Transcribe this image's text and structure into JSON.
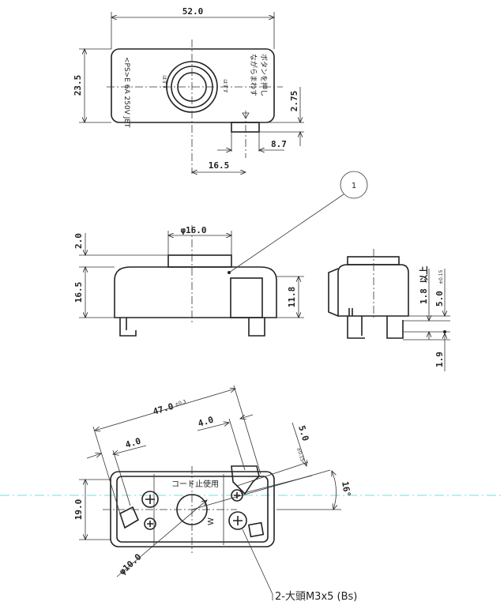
{
  "top_view": {
    "dim_width": "52.0",
    "dim_height": "23.5",
    "dim_tab_offset": "2.75",
    "dim_tab_width": "8.7",
    "dim_tab_center": "16.5",
    "label_rating": "<PS>E 6A 250V JET",
    "label_left_mark": "はずす",
    "label_right_mark": "はずす",
    "label_instruction_1": "ボタンを押し",
    "label_instruction_2": "ながらまわす"
  },
  "side_view": {
    "dim_button_dia": "φ16.0",
    "dim_button_height": "2.0",
    "dim_body_height": "16.5",
    "dim_inner_height": "11.8",
    "balloon": "1"
  },
  "end_view": {
    "dim_a": "1.8 以上",
    "dim_b": "5.0",
    "dim_b_tol": "±0.15",
    "dim_c": "1.9"
  },
  "bottom_view": {
    "dim_length": "47.0",
    "dim_length_tol": "±0.3",
    "dim_left": "4.0",
    "dim_right": "4.0",
    "dim_slot": "5.0",
    "dim_slot_tol": "±0.15",
    "dim_angle": "16°",
    "dim_height": "19.0",
    "dim_hole": "φ10.0",
    "label_cord": "コード止使用",
    "label_w": "W",
    "label_screw": "2-大頭M3x5 (Bs)"
  }
}
